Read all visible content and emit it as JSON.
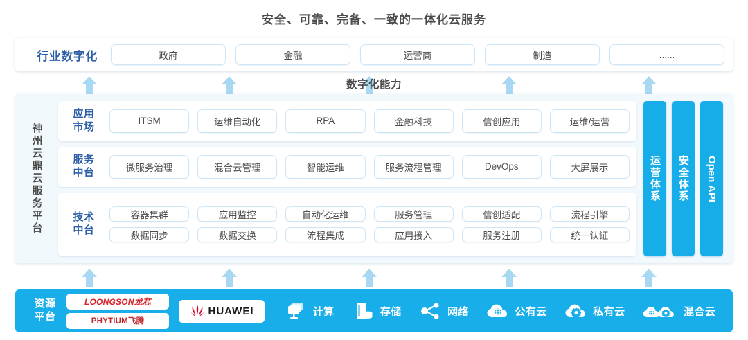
{
  "title": "安全、可靠、完备、一致的一体化云服务",
  "industry": {
    "label": "行业数字化",
    "items": [
      {
        "label": "政府"
      },
      {
        "label": "金融"
      },
      {
        "label": "运营商"
      },
      {
        "label": "制造"
      },
      {
        "label": "......"
      }
    ]
  },
  "capability": {
    "header": "数字化能力"
  },
  "platform": {
    "vertical_label": "神州云鼎云服务平台",
    "rows": [
      {
        "label": "应用\n市场",
        "label_line1": "应用",
        "label_line2": "市场",
        "items": [
          "ITSM",
          "运维自动化",
          "RPA",
          "金融科技",
          "信创应用",
          "运维/运营"
        ]
      },
      {
        "label_line1": "服务",
        "label_line2": "中台",
        "items": [
          "微服务治理",
          "混合云管理",
          "智能运维",
          "服务流程管理",
          "DevOps",
          "大屏展示"
        ]
      },
      {
        "label_line1": "技术",
        "label_line2": "中台",
        "items_row1": [
          "容器集群",
          "应用监控",
          "自动化运维",
          "服务管理",
          "信创适配",
          "流程引擎"
        ],
        "items_row2": [
          "数据同步",
          "数据交换",
          "流程集成",
          "应用接入",
          "服务注册",
          "统一认证"
        ]
      }
    ],
    "side_bars": [
      {
        "label": "运营体系"
      },
      {
        "label": "安全体系"
      },
      {
        "label": "Open API"
      }
    ]
  },
  "resource": {
    "label_line1": "资源",
    "label_line2": "平台",
    "logos": [
      {
        "name": "LOONGSON龙芯"
      },
      {
        "name": "PHYTIUM飞腾"
      },
      {
        "name": "HUAWEI"
      }
    ],
    "items": [
      {
        "label": "计算",
        "icon": "compute-icon"
      },
      {
        "label": "存储",
        "icon": "storage-icon"
      },
      {
        "label": "网络",
        "icon": "network-icon"
      },
      {
        "label": "公有云",
        "icon": "public-cloud-icon"
      },
      {
        "label": "私有云",
        "icon": "private-cloud-icon"
      },
      {
        "label": "混合云",
        "icon": "hybrid-cloud-icon"
      }
    ]
  },
  "colors": {
    "accent_blue": "#17aeea",
    "label_blue": "#2b5ea7",
    "pill_border": "#cde6f7",
    "arrow_blue": "#a9d9f2",
    "panel_bg": "#f2f9fd",
    "logo_red": "#d6232c"
  }
}
